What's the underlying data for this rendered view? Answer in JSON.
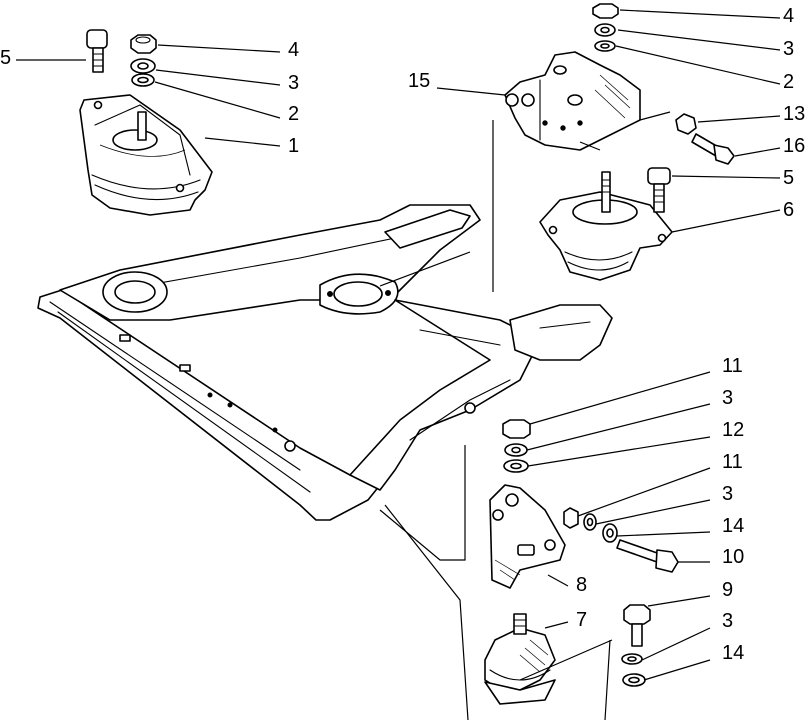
{
  "callouts": {
    "c5_left": "5",
    "c4_top_left": "4",
    "c3_top_left": "3",
    "c2_top_left": "2",
    "c1": "1",
    "c15": "15",
    "c4_top_right": "4",
    "c3_top_right": "3",
    "c2_top_right": "2",
    "c13": "13",
    "c16": "16",
    "c5_right": "5",
    "c6": "6",
    "c11_a": "11",
    "c3_mid_a": "3",
    "c12": "12",
    "c11_b": "11",
    "c3_mid_b": "3",
    "c14_a": "14",
    "c10": "10",
    "c8": "8",
    "c9": "9",
    "c7": "7",
    "c3_bottom": "3",
    "c14_b": "14"
  }
}
